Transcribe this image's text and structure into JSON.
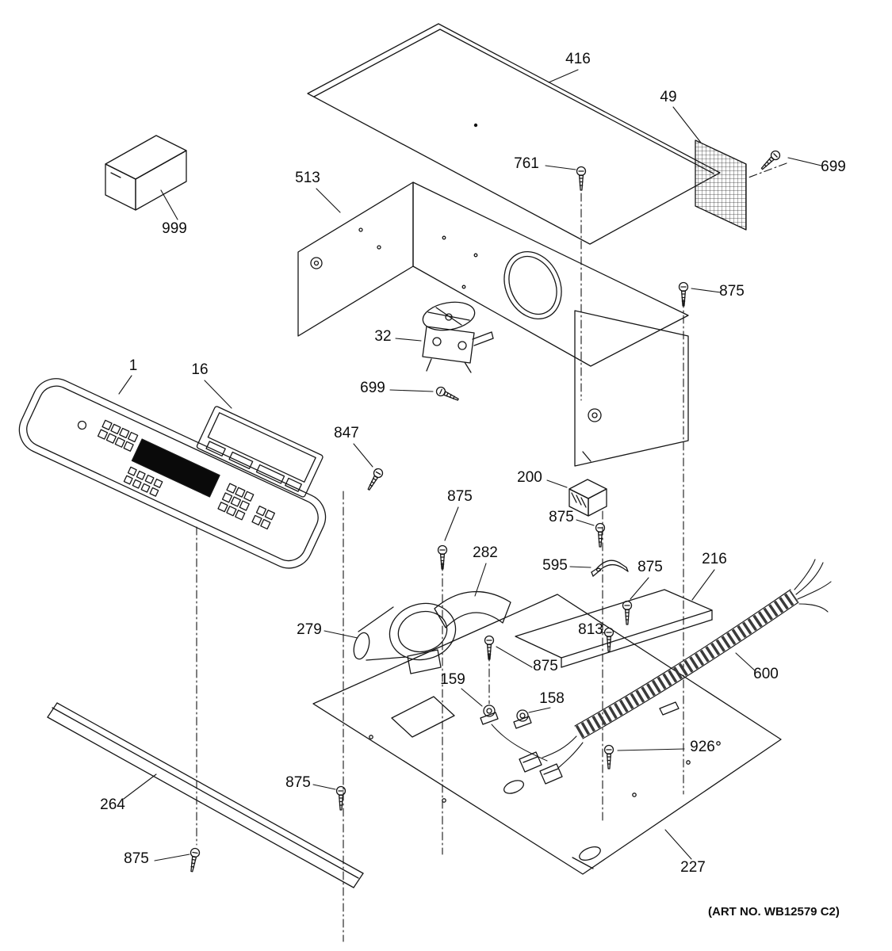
{
  "diagram": {
    "art_no": "(ART NO. WB12579 C2)",
    "part_labels": [
      "416",
      "49",
      "699",
      "761",
      "513",
      "999",
      "875",
      "32",
      "1",
      "16",
      "699",
      "847",
      "200",
      "875",
      "875",
      "282",
      "595",
      "875",
      "216",
      "279",
      "813",
      "875",
      "600",
      "159",
      "158",
      "926",
      "264",
      "875",
      "875",
      "227"
    ]
  }
}
